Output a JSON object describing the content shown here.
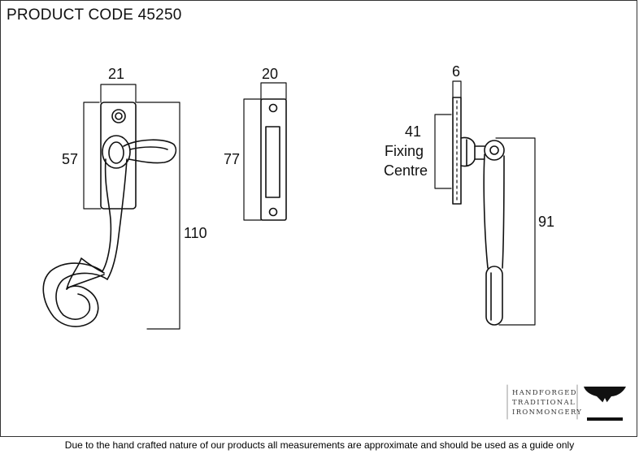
{
  "title": "PRODUCT CODE 45250",
  "dimensions": {
    "fastener_width": "21",
    "fastener_height": "57",
    "overall_height": "110",
    "keep_width": "20",
    "keep_height": "77",
    "side_thickness": "6",
    "fixing_centre_value": "41",
    "fixing_line1": "Fixing",
    "fixing_line2": "Centre",
    "side_height": "91"
  },
  "logo": {
    "line1": "HANDFORGED",
    "line2": "TRADITIONAL",
    "line3": "IRONMONGERY"
  },
  "footer": "Due to the hand crafted nature of our products all measurements are approximate and should be used as a guide only"
}
